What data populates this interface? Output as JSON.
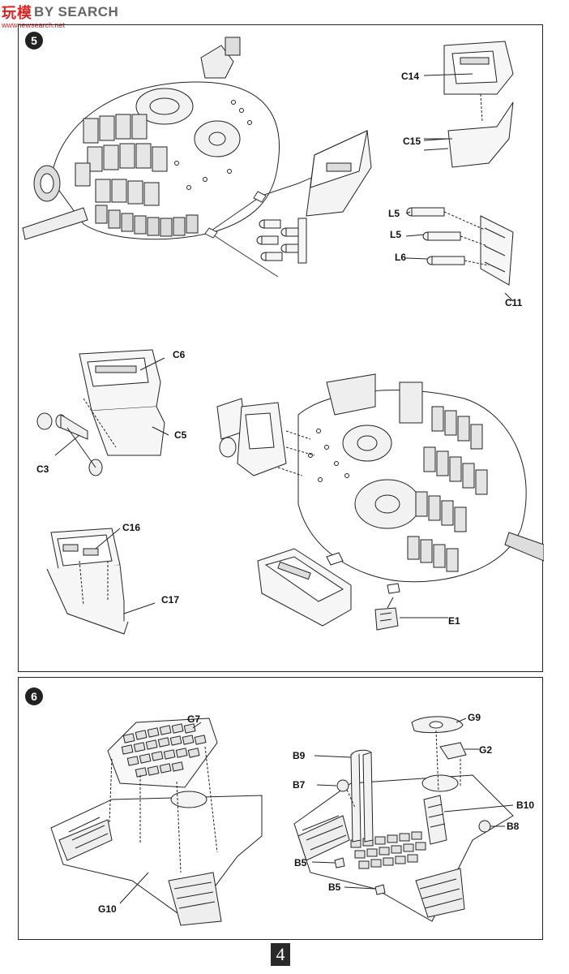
{
  "watermark": {
    "logo": "玩模",
    "text": "BY SEARCH",
    "sub": "wwwnewsearch.net"
  },
  "steps": {
    "step5": {
      "number": "5",
      "labels": {
        "C14": "C14",
        "C15": "C15",
        "L5a": "L5",
        "L5b": "L5",
        "L6": "L6",
        "C11": "C11",
        "C6": "C6",
        "C5": "C5",
        "C3": "C3",
        "C16": "C16",
        "C17": "C17",
        "E1": "E1"
      }
    },
    "step6": {
      "number": "6",
      "labels": {
        "G7": "G7",
        "G10": "G10",
        "G9": "G9",
        "G2": "G2",
        "B9": "B9",
        "B7": "B7",
        "B10": "B10",
        "B8": "B8",
        "B5a": "B5",
        "B5b": "B5"
      }
    }
  },
  "page_number": "4"
}
